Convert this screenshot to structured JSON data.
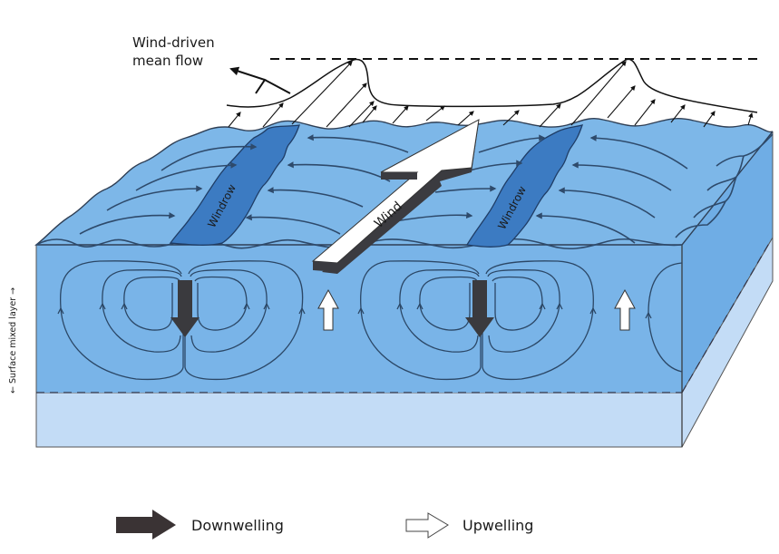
{
  "title_annotation": "Wind-driven\nmean flow",
  "labels": {
    "mean_flow_line1": "Wind-driven",
    "mean_flow_line2": "mean flow",
    "wind": "Wind",
    "windrow_left": "Windrow",
    "windrow_right": "Windrow",
    "mixed_layer": "← Surface mixed layer →"
  },
  "legend": [
    {
      "label": "Downwelling",
      "icon": "filled-dark-arrow-icon"
    },
    {
      "label": "Upwelling",
      "icon": "outline-white-arrow-icon"
    }
  ],
  "colors": {
    "surface_water": "#7db7e8",
    "front_water": "#79b4e8",
    "deep_water": "#c3dcf6",
    "windrow": "#3c7bc2",
    "downwelling_arrow": "#3a3a3e",
    "upwelling_arrow": "#ffffff",
    "line": "#2b4766"
  }
}
